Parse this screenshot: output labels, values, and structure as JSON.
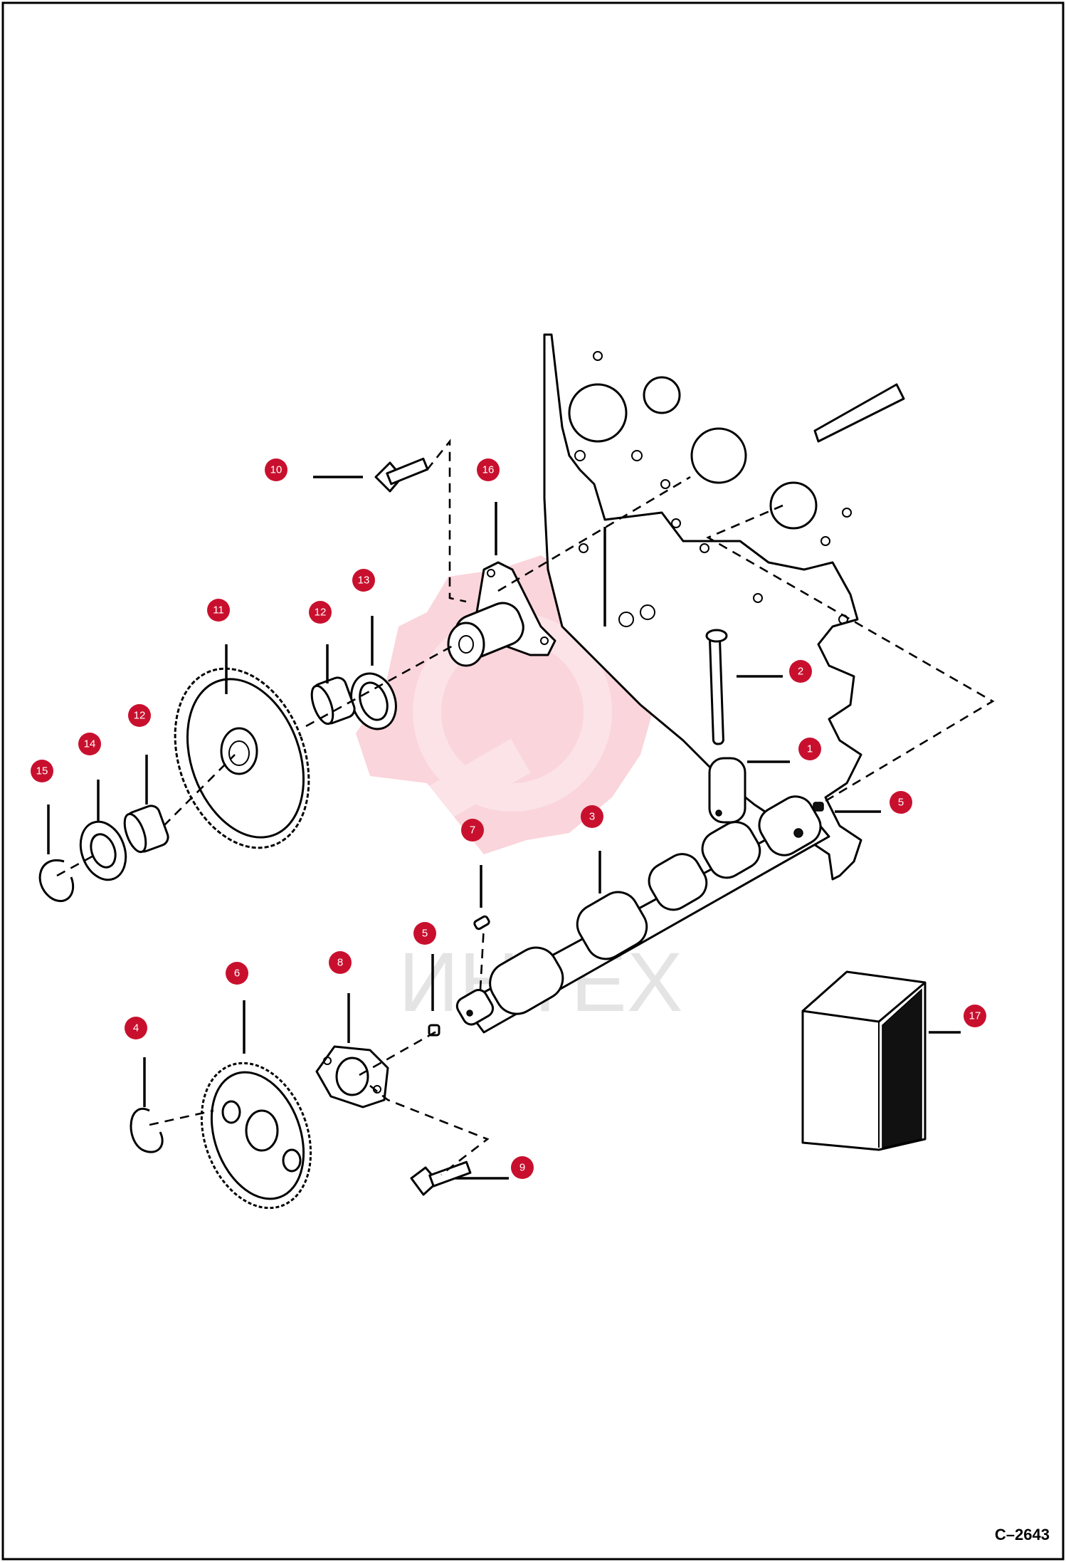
{
  "drawing_ref": "C–2643",
  "watermark": {
    "text": "ИНТЕХ",
    "color": "#e8425a"
  },
  "accent_color": "#c8102e",
  "callouts": [
    {
      "part": "10"
    },
    {
      "part": "16"
    },
    {
      "part": "11"
    },
    {
      "part": "12"
    },
    {
      "part": "13"
    },
    {
      "part": "2"
    },
    {
      "part": "12"
    },
    {
      "part": "14"
    },
    {
      "part": "15"
    },
    {
      "part": "1"
    },
    {
      "part": "5"
    },
    {
      "part": "3"
    },
    {
      "part": "7"
    },
    {
      "part": "5"
    },
    {
      "part": "6"
    },
    {
      "part": "8"
    },
    {
      "part": "4"
    },
    {
      "part": "17"
    },
    {
      "part": "9"
    }
  ]
}
